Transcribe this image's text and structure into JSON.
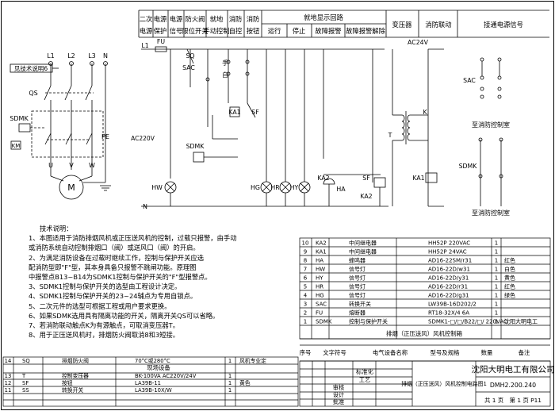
{
  "header_row": [
    {
      "id": "h1",
      "line1": "二次",
      "line2": "电源"
    },
    {
      "id": "h2",
      "line1": "电源",
      "line2": "保护"
    },
    {
      "id": "h3",
      "line1": "电源",
      "line2": "信号"
    },
    {
      "id": "h4",
      "line1": "防火阀",
      "line2": "限位开关"
    },
    {
      "id": "h5",
      "line1": "就地",
      "line2": "手动控制"
    },
    {
      "id": "h6",
      "line1": "消防",
      "line2": "自控"
    },
    {
      "id": "h7",
      "line1": "消防",
      "line2": "按钮"
    }
  ],
  "local_display": {
    "title": "就地显示回路",
    "cells": [
      "运行",
      "停止",
      "故障报警",
      "故障报警解除"
    ]
  },
  "right_headers": [
    "变压器",
    "消防联动",
    "接通电源信号"
  ],
  "labels": {
    "see_note": "见技术说明6",
    "l1": "L1",
    "l2": "L2",
    "l3": "L3",
    "n": "N",
    "qs": "QS",
    "sdmk": "SDMK",
    "km": "KM",
    "pe": "PE",
    "u": "U",
    "v": "V",
    "w": "W",
    "motor": "M",
    "fu": "FU",
    "sq": "SQ",
    "sac": "SAC",
    "ac220": "AC220V",
    "ac24": "AC24V",
    "shou": "手",
    "zi": "自",
    "ka1": "KA1",
    "sf": "SF",
    "hw": "HW",
    "hg": "HG",
    "hr": "HR",
    "hy": "HY",
    "ka2": "KA2",
    "ha": "HA",
    "t": "T",
    "k": "K",
    "n_bus": "N",
    "to_fire_room_1": "至消防控制室",
    "to_fire_room_2": "至消防控制室"
  },
  "tech_notes": {
    "title": "技术说明：",
    "lines": [
      "1、本图适用于消防排烟风机或正压送风机的控制，过载只报警，由手动",
      "    或消防系统自动控制排烟口（阀）或送风口（阀）的开启。",
      "2、为满足消防设备在过载时继续工作，控制与保护开关应选",
      "    配消防型即\"F\"型，其本身具备只报警不跳闸功能。原理图",
      "    中报警点B13~B14为SDMK1控制与保护开关的\"F\"型报警点。",
      "3、SDMK1控制与保护开关的选型由工程设计决定。",
      "4、SDMK1控制与保护开关的23~24辅点为专用自锁点。",
      "5、二次元件的选型可根据工程或用户要求更换。",
      "6、如果SDMK选用具有隔离功能的开关，隔离开关QS可以省略。",
      "7、若消防联动触点K为有源触点，可取消变压器T。",
      "8、用于正压送风机时，排烟防火阀取消8和3短接。"
    ]
  },
  "bom": {
    "rows": [
      {
        "no": "10",
        "code": "KA2",
        "name": "中间继电器",
        "model": "HH52P 220VAC",
        "qty": "1",
        "note": ""
      },
      {
        "no": "9",
        "code": "KA1",
        "name": "中间继电器",
        "model": "HH52P 24VAC",
        "qty": "1",
        "note": ""
      },
      {
        "no": "8",
        "code": "HA",
        "name": "蜂鸣器",
        "model": "AD16-22SM/r31",
        "qty": "1",
        "note": "红色"
      },
      {
        "no": "7",
        "code": "HW",
        "name": "信号灯",
        "model": "AD16-22D/w31",
        "qty": "1",
        "note": "白色"
      },
      {
        "no": "6",
        "code": "HY",
        "name": "信号灯",
        "model": "AD16-22D/y31",
        "qty": "1",
        "note": "黄色"
      },
      {
        "no": "5",
        "code": "HR",
        "name": "信号灯",
        "model": "AD16-22D/r31",
        "qty": "1",
        "note": "红色"
      },
      {
        "no": "4",
        "code": "HG",
        "name": "信号灯",
        "model": "AD16-22D/g31",
        "qty": "1",
        "note": "绿色"
      },
      {
        "no": "3",
        "code": "SAC",
        "name": "转换开关",
        "model": "LW39B-16D202/2",
        "qty": "1",
        "note": ""
      },
      {
        "no": "2",
        "code": "FU",
        "name": "熔断器",
        "model": "RT18-32X/4 6A",
        "qty": "1",
        "note": ""
      },
      {
        "no": "1",
        "code": "SDMK",
        "name": "控制与保护开关",
        "model": "SDMK1-□/□/B22/□/ 220VAC",
        "qty": "1",
        "note": "沈阳大明电工"
      }
    ],
    "caption": "排烟（正压送风）风机控制箱",
    "header": {
      "no": "序号",
      "code": "文字符号",
      "name": "电气设备名称",
      "model": "型号及规格",
      "qty": "数量",
      "note": "备注"
    }
  },
  "field_table": {
    "rows": [
      {
        "no": "14",
        "code": "SQ",
        "name": "排烟防火阀",
        "model": "70°C或280°C",
        "qty": "1",
        "note": "风机专业定"
      },
      {
        "no": "13",
        "code": "T",
        "name": "控制变压器",
        "model": "BK-100VA AC220V/24V",
        "qty": "1",
        "note": ""
      },
      {
        "no": "12",
        "code": "SF",
        "name": "按钮",
        "model": "LA39B-11",
        "qty": "1",
        "note": "黄色"
      },
      {
        "no": "11",
        "code": "SS",
        "name": "转换开关",
        "model": "LA39B-10X/W",
        "qty": "1",
        "note": ""
      }
    ],
    "caption": "现场设备"
  },
  "title_block": {
    "company": "沈阳大明电工有限公司",
    "drawing_title": "排烟（正压送风）风机控制电路图1",
    "drawing_no": "DMH2.200.240",
    "label_mark": "标准化",
    "label_process": "工艺",
    "label_check": "审核",
    "label_draw": "设计",
    "label_approve": "批准",
    "sheet_info": "共 1 页　第 1 页 P11"
  }
}
